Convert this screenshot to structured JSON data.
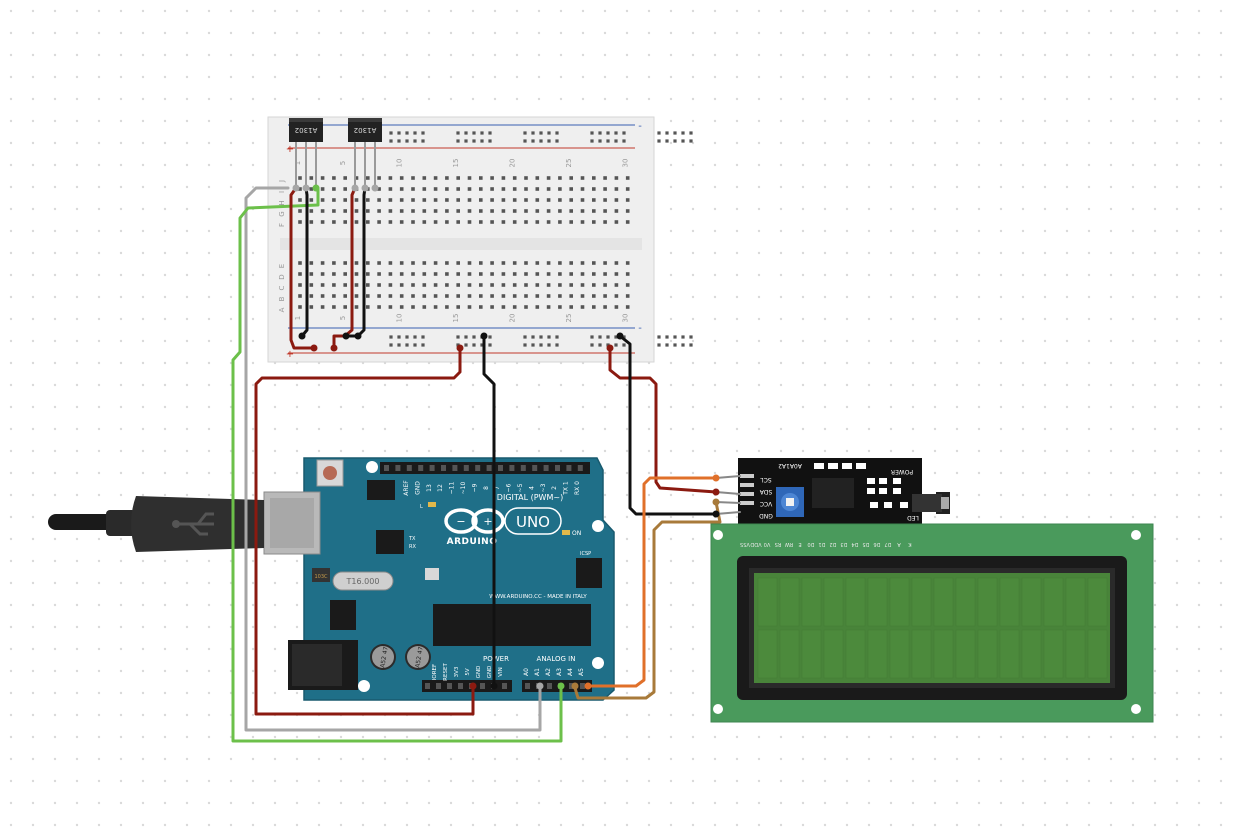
{
  "canvas": {
    "background": "#ffffff",
    "grid_dot_color": "#d9d9d9"
  },
  "sensors": [
    {
      "label": "A1302"
    },
    {
      "label": "A1302"
    }
  ],
  "breadboard": {
    "column_labels": [
      "1",
      "5",
      "10",
      "15",
      "20",
      "25",
      "30"
    ],
    "row_labels_top": [
      "J",
      "I",
      "H",
      "G",
      "F"
    ],
    "row_labels_bottom": [
      "E",
      "D",
      "C",
      "B",
      "A"
    ],
    "rail_plus": "+",
    "rail_minus": "-"
  },
  "arduino": {
    "brand": "ARDUINO",
    "model": "UNO",
    "digital_label": "DIGITAL (PWM~)",
    "digital_pins": [
      "AREF",
      "GND",
      "13",
      "12",
      "~11",
      "~10",
      "~9",
      "8",
      "7",
      "~6",
      "~5",
      "4",
      "~3",
      "2",
      "TX 1",
      "RX 0"
    ],
    "power_label": "POWER",
    "analog_label": "ANALOG IN",
    "power_pins": [
      "IOREF",
      "RESET",
      "3V3",
      "5V",
      "GND",
      "GND",
      "VIN"
    ],
    "analog_pins": [
      "A0",
      "A1",
      "A2",
      "A3",
      "A4",
      "A5"
    ],
    "on_label": "ON",
    "icsp_label": "ICSP",
    "tx_label": "TX",
    "rx_label": "RX",
    "l_label": "L",
    "url_text": "WWW.ARDUINO.CC - MADE IN ITALY",
    "crystal_text": "T16.000",
    "regulator_text": "103C",
    "cap_text": "A52 47"
  },
  "i2c_backpack": {
    "pins": [
      "SCL",
      "SDA",
      "VCC",
      "GND"
    ],
    "addr_label": "A0A1A2",
    "power_label": "POWER",
    "led_label": "LED"
  },
  "lcd": {
    "pin_labels": [
      "VSS",
      "VDD",
      "V0",
      "RS",
      "RW",
      "E",
      "D0",
      "D1",
      "D2",
      "D3",
      "D4",
      "D5",
      "D6",
      "D7",
      "A",
      "K"
    ],
    "screen_color": "#49843a",
    "pcb_color": "#4a9a5c"
  },
  "wire_colors": {
    "power_red": "#8b1a10",
    "ground_black": "#111111",
    "signal_gray": "#a6a6a6",
    "signal_green": "#6cc04a",
    "scl_orange": "#e0702a",
    "sda_brown": "#a87a3a"
  },
  "board_colors": {
    "arduino": "#1f6f88",
    "breadboard": "#efefef",
    "backpack": "#111111"
  }
}
